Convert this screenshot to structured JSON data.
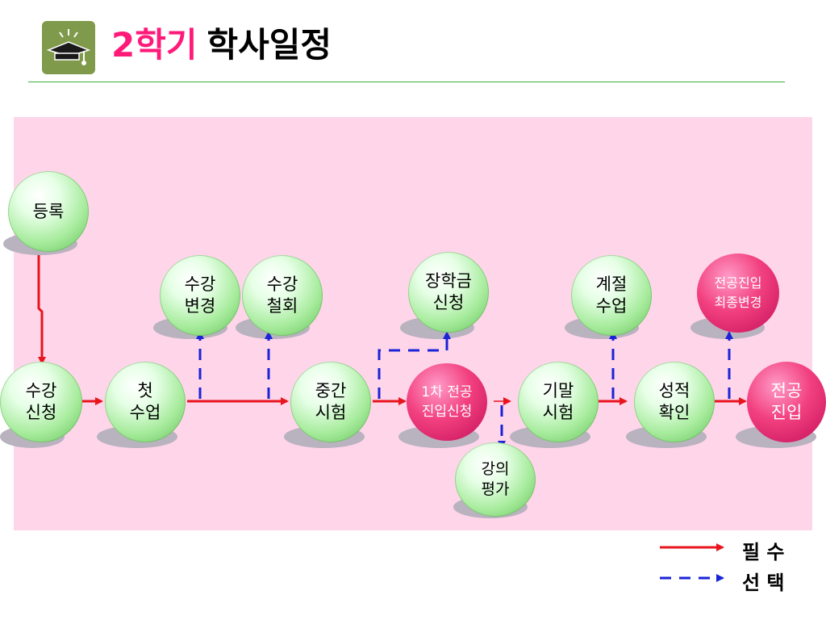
{
  "header": {
    "title_accent": "2학기",
    "title_main": "학사일정",
    "logo_icon": "graduation-cap-icon"
  },
  "colors": {
    "accent": "#ff1a7a",
    "required_arrow": "#e8141e",
    "optional_arrow": "#1a23d6",
    "panel": "#ffd5ea",
    "rule": "#3cad3c"
  },
  "nodes": {
    "registration": "등록",
    "course_registration": [
      "수강",
      "신청"
    ],
    "first_class": [
      "첫",
      "수업"
    ],
    "course_change": [
      "수강",
      "변경"
    ],
    "course_withdrawal": [
      "수강",
      "철회"
    ],
    "midterm": [
      "중간",
      "시험"
    ],
    "scholarship": [
      "장학금",
      "신청"
    ],
    "major_first_apply": [
      "1차 전공",
      "진입신청"
    ],
    "course_eval": [
      "강의",
      "평가"
    ],
    "final_exam": [
      "기말",
      "시험"
    ],
    "seasonal": [
      "계절",
      "수업"
    ],
    "grade_check": [
      "성적",
      "확인"
    ],
    "major_final_change": [
      "전공진입",
      "최종변경"
    ],
    "major_entry": [
      "전공",
      "진입"
    ]
  },
  "legend": {
    "required": "필  수",
    "optional": "선  택"
  }
}
